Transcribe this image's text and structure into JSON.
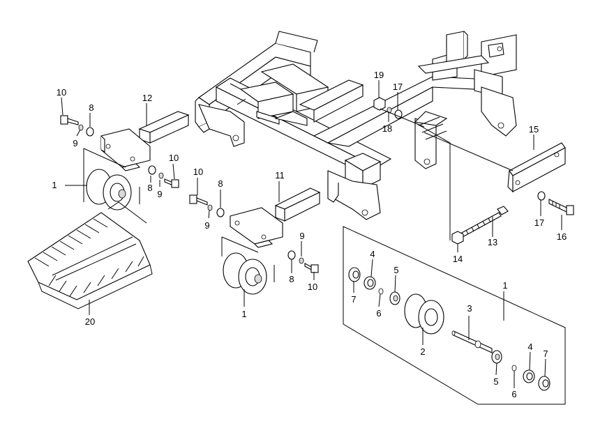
{
  "diagram": {
    "callouts": {
      "c10a": "10",
      "c8a": "8",
      "c9a": "9",
      "c12": "12",
      "c1a": "1",
      "c10b": "10",
      "c8b": "8",
      "c9b": "9",
      "c10c": "10",
      "c8c": "8",
      "c9c": "9",
      "c11": "11",
      "c9d": "9",
      "c8d": "8",
      "c10d": "10",
      "c1b": "1",
      "c20": "20",
      "c19": "19",
      "c17a": "17",
      "c18": "18",
      "c15": "15",
      "c17b": "17",
      "c16": "16",
      "c13": "13",
      "c14": "14",
      "c1c": "1",
      "c4a": "4",
      "c5a": "5",
      "c7a": "7",
      "c6a": "6",
      "c2": "2",
      "c3": "3",
      "c4b": "4",
      "c7b": "7",
      "c5b": "5",
      "c6b": "6"
    }
  }
}
